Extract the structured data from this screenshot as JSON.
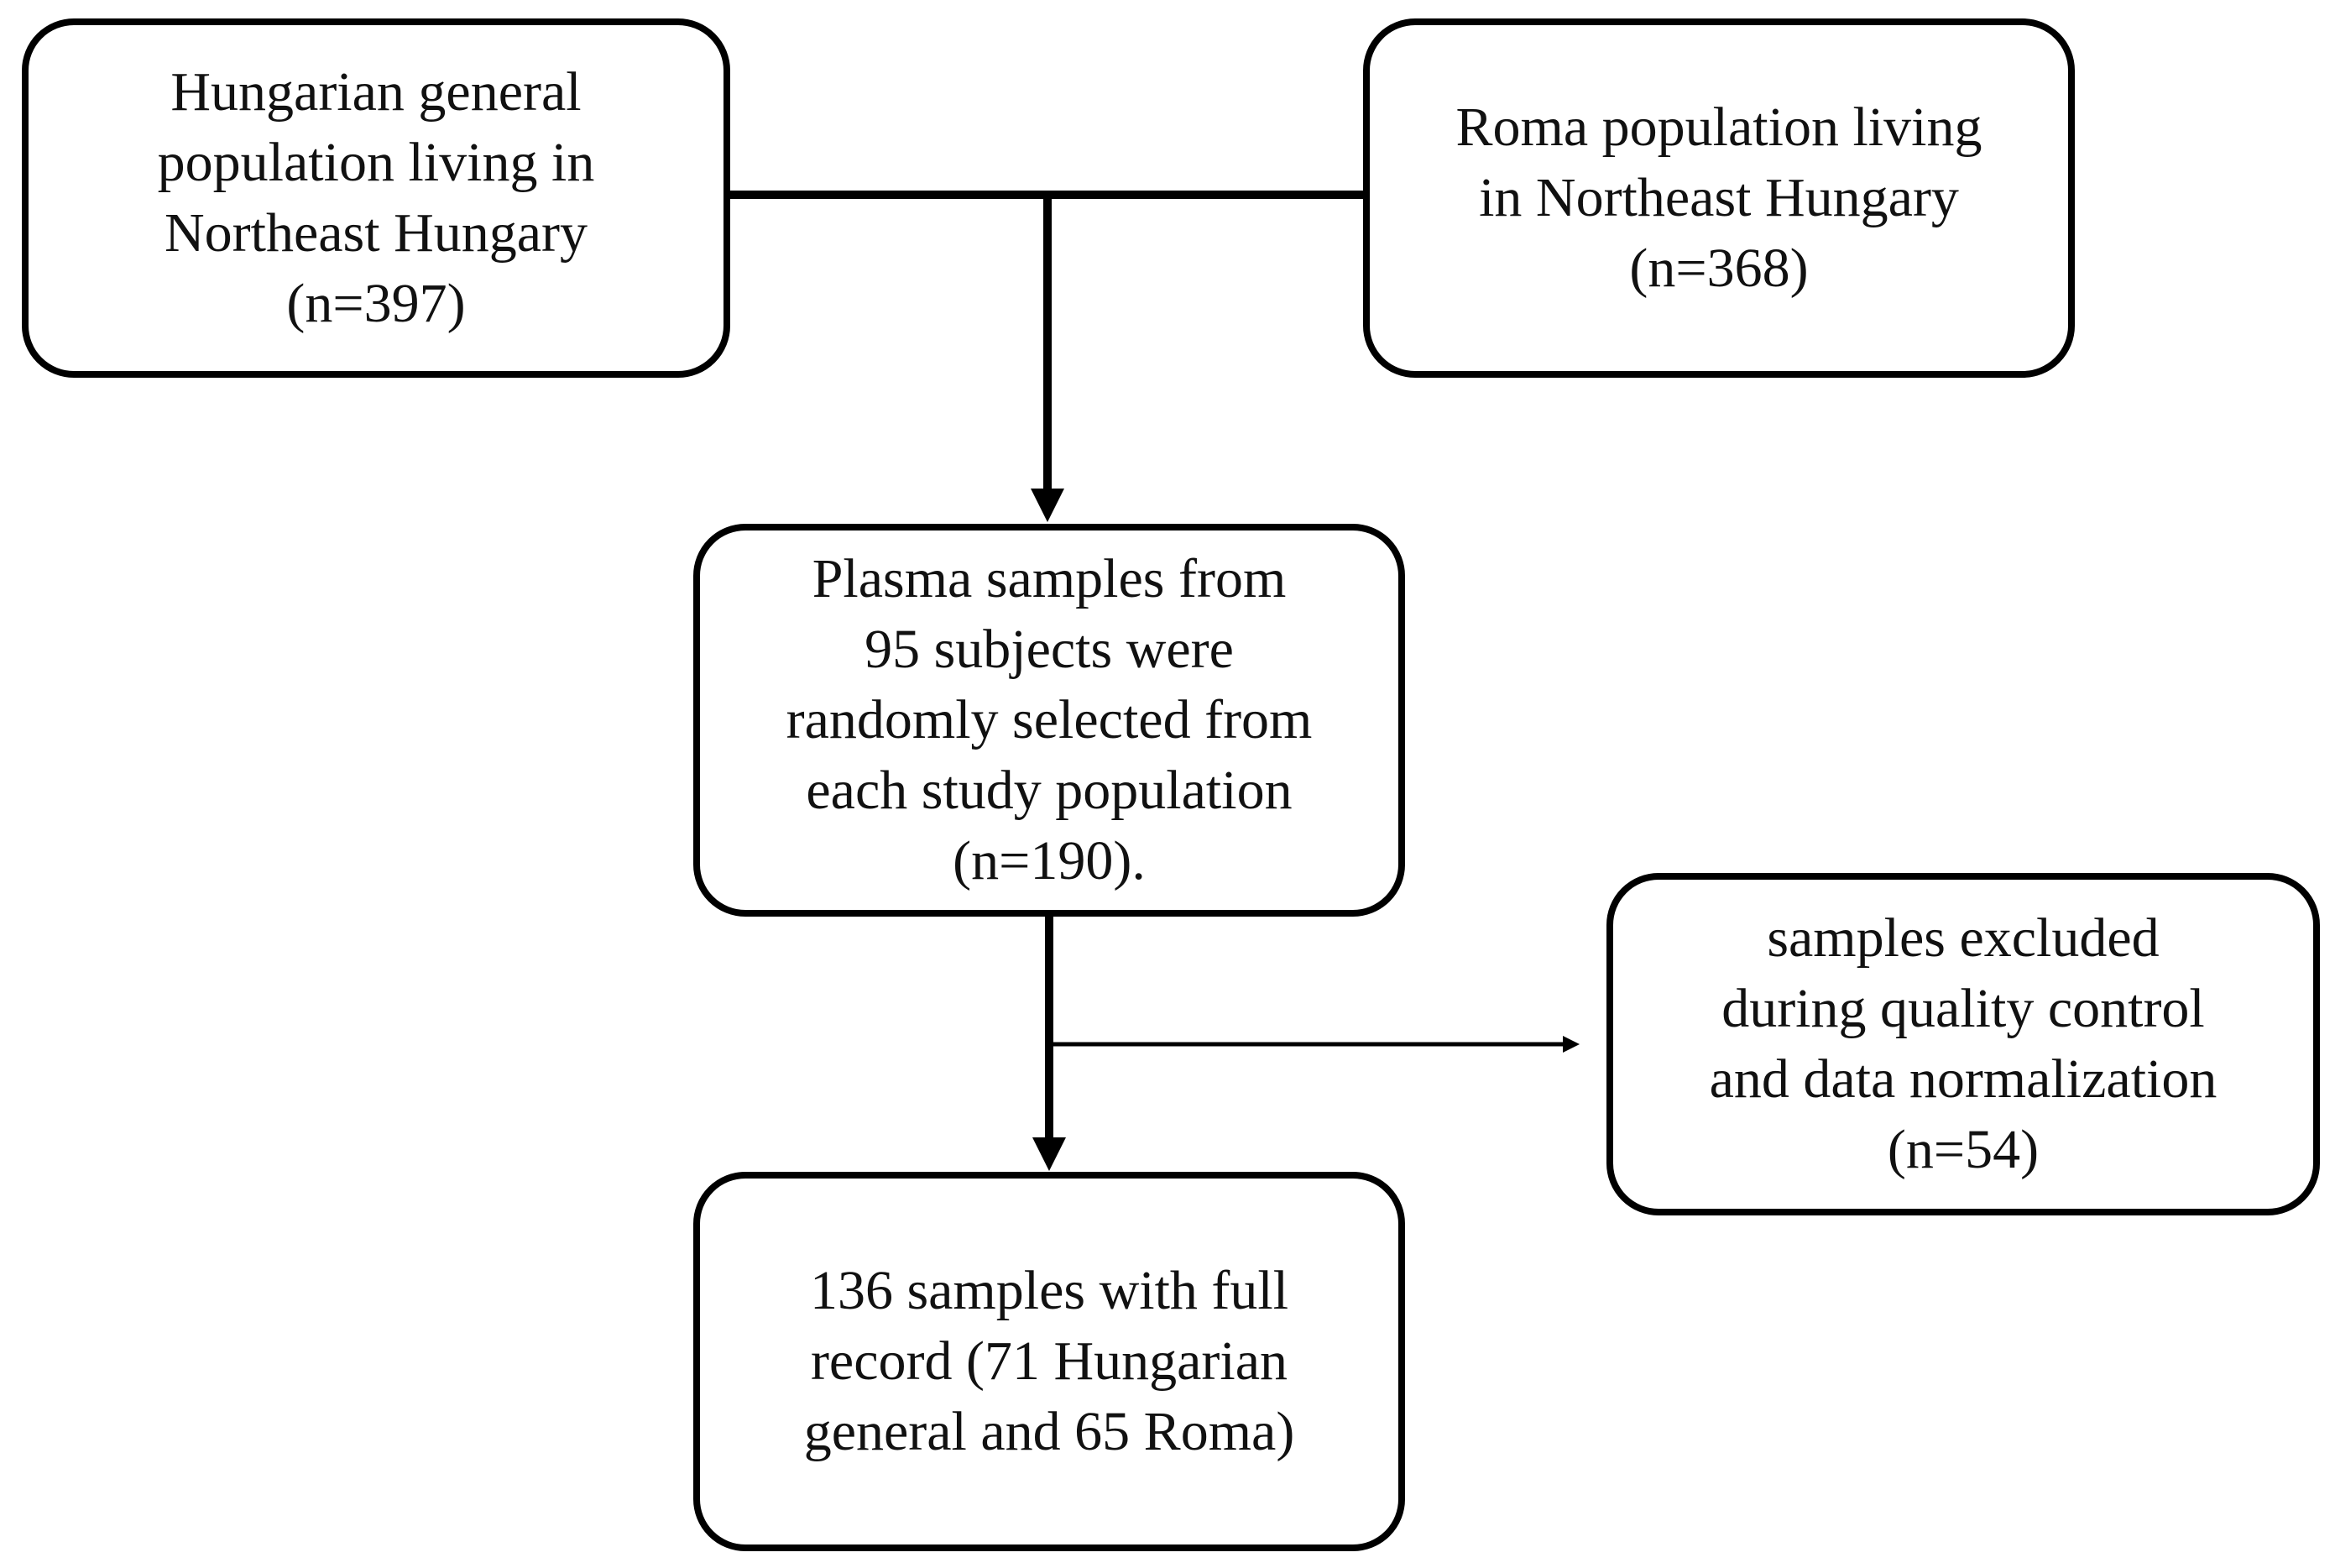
{
  "diagram": {
    "boxes": {
      "hungarian": {
        "lines": [
          "Hungarian general",
          "population living in",
          "Northeast Hungary",
          "(n=397)"
        ]
      },
      "roma": {
        "lines": [
          "Roma population living",
          "in Northeast Hungary",
          "(n=368)"
        ]
      },
      "plasma": {
        "lines": [
          "Plasma samples from",
          "95 subjects were",
          "randomly selected from",
          "each study population",
          "(n=190)."
        ]
      },
      "excluded": {
        "lines": [
          "samples excluded",
          "during quality control",
          "and data normalization",
          "(n=54)"
        ]
      },
      "final": {
        "lines": [
          "136 samples with full",
          "record (71 Hungarian",
          "general and 65 Roma)"
        ]
      }
    },
    "colors": {
      "stroke": "#000000",
      "text": "#111111",
      "background": "#ffffff"
    }
  }
}
